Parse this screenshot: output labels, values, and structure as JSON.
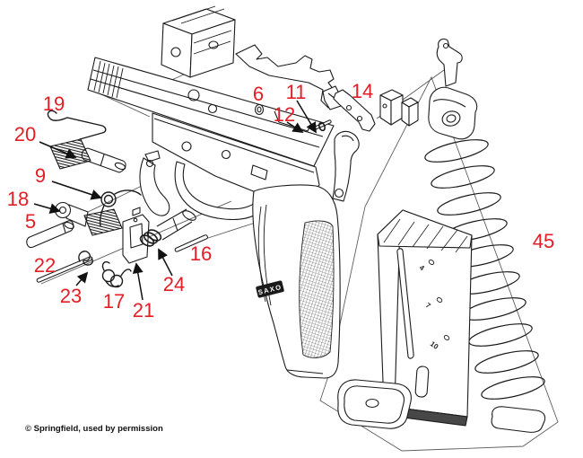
{
  "credit": {
    "text": "© Springfield, used by permission"
  },
  "parts_labels": [
    {
      "num": "19"
    },
    {
      "num": "20"
    },
    {
      "num": "9"
    },
    {
      "num": "18"
    },
    {
      "num": "5"
    },
    {
      "num": "22"
    },
    {
      "num": "23"
    },
    {
      "num": "17"
    },
    {
      "num": "21"
    },
    {
      "num": "24"
    },
    {
      "num": "16"
    },
    {
      "num": "6"
    },
    {
      "num": "12"
    },
    {
      "num": "11"
    },
    {
      "num": "14"
    },
    {
      "num": "45"
    }
  ],
  "magazine": {
    "witness_marks": [
      "4",
      "7",
      "10"
    ]
  },
  "grip": {
    "logo_text": "SAXO"
  },
  "colors": {
    "label_red": "#e31e24",
    "line_black": "#1b1b1b"
  }
}
